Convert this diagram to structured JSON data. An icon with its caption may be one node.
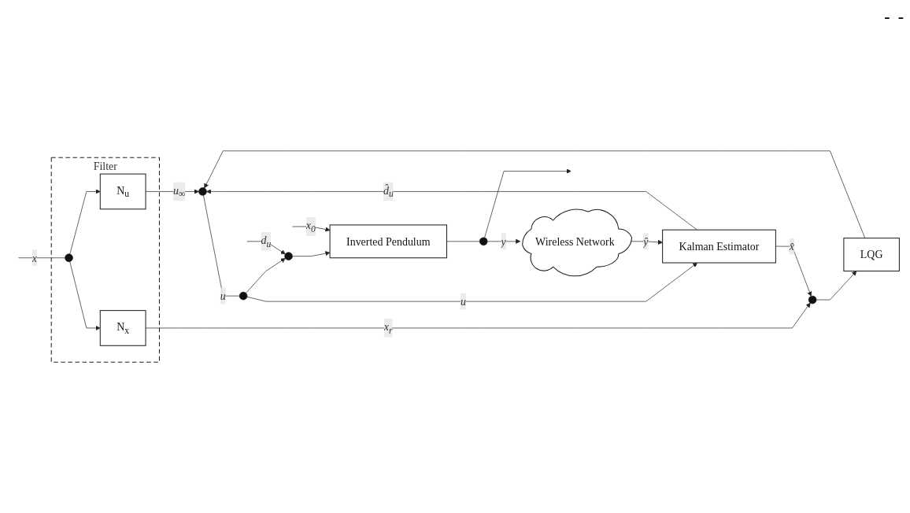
{
  "diagram": {
    "nodes": [
      {
        "text": [
          "Filter"
        ]
      },
      {
        "text": [
          "N$_{u}$"
        ],
        "in": 0
      },
      {
        "text": [
          "N$_{x}$"
        ],
        "in": 0
      },
      {
        "text": [],
        "shape": "circle",
        "in": 0
      },
      {
        "text": [],
        "shape": "circle"
      },
      {
        "text": [
          "LQG"
        ]
      },
      {
        "text": [],
        "shape": "circle"
      },
      {
        "text": [],
        "shape": "circle"
      },
      {
        "text": [],
        "shape": "circle"
      },
      {
        "text": [
          "Inverted Pendulum"
        ]
      },
      {
        "text": [],
        "shape": "circle"
      },
      {
        "text": [
          "Wireless Network"
        ]
      },
      {
        "text": [
          "Kalman Estimator"
        ]
      }
    ],
    "edges": [
      {
        "from": null,
        "to": 3,
        "label": "x",
        "arrow": "none"
      },
      {
        "from": 3,
        "to": 1,
        "arrow": "to"
      },
      {
        "from": 3,
        "to": 2,
        "arrow": "to"
      },
      {
        "from": 1,
        "to": 6,
        "label": "u$_{∞}$",
        "arrow": "to"
      },
      {
        "from": 2,
        "to": 4,
        "label": "x$_{r}$",
        "arrow": "to"
      },
      {
        "from": 4,
        "to": 5,
        "arrow": "to"
      },
      {
        "from": 5,
        "to": 6,
        "arrow": "to"
      },
      {
        "from": 6,
        "to": 7,
        "label": "u",
        "arrow": "none"
      },
      {
        "from": 7,
        "to": 8,
        "arrow": "to"
      },
      {
        "from": null,
        "to": 8,
        "label": "d$_{u}$",
        "arrow": "to"
      },
      {
        "from": 8,
        "to": 9,
        "arrow": "to"
      },
      {
        "from": null,
        "to": 9,
        "label": "x$_{0}$",
        "arrow": "to"
      },
      {
        "from": 9,
        "to": 10,
        "arrow": "none"
      },
      {
        "from": 10,
        "to": null,
        "arrow": "to"
      },
      {
        "from": 10,
        "to": 11,
        "label": "y",
        "arrow": "to"
      },
      {
        "from": 7,
        "to": 12,
        "label": "u",
        "arrow": "to"
      },
      {
        "from": 11,
        "to": 12,
        "label": "ŷ",
        "arrow": "to"
      },
      {
        "from": 12,
        "to": 6,
        "label": "d̂$_{u}$",
        "arrow": "to"
      },
      {
        "from": 12,
        "to": 4,
        "label": "x̂",
        "arrow": "to"
      }
    ],
    "labels": [
      "-",
      "-"
    ]
  }
}
